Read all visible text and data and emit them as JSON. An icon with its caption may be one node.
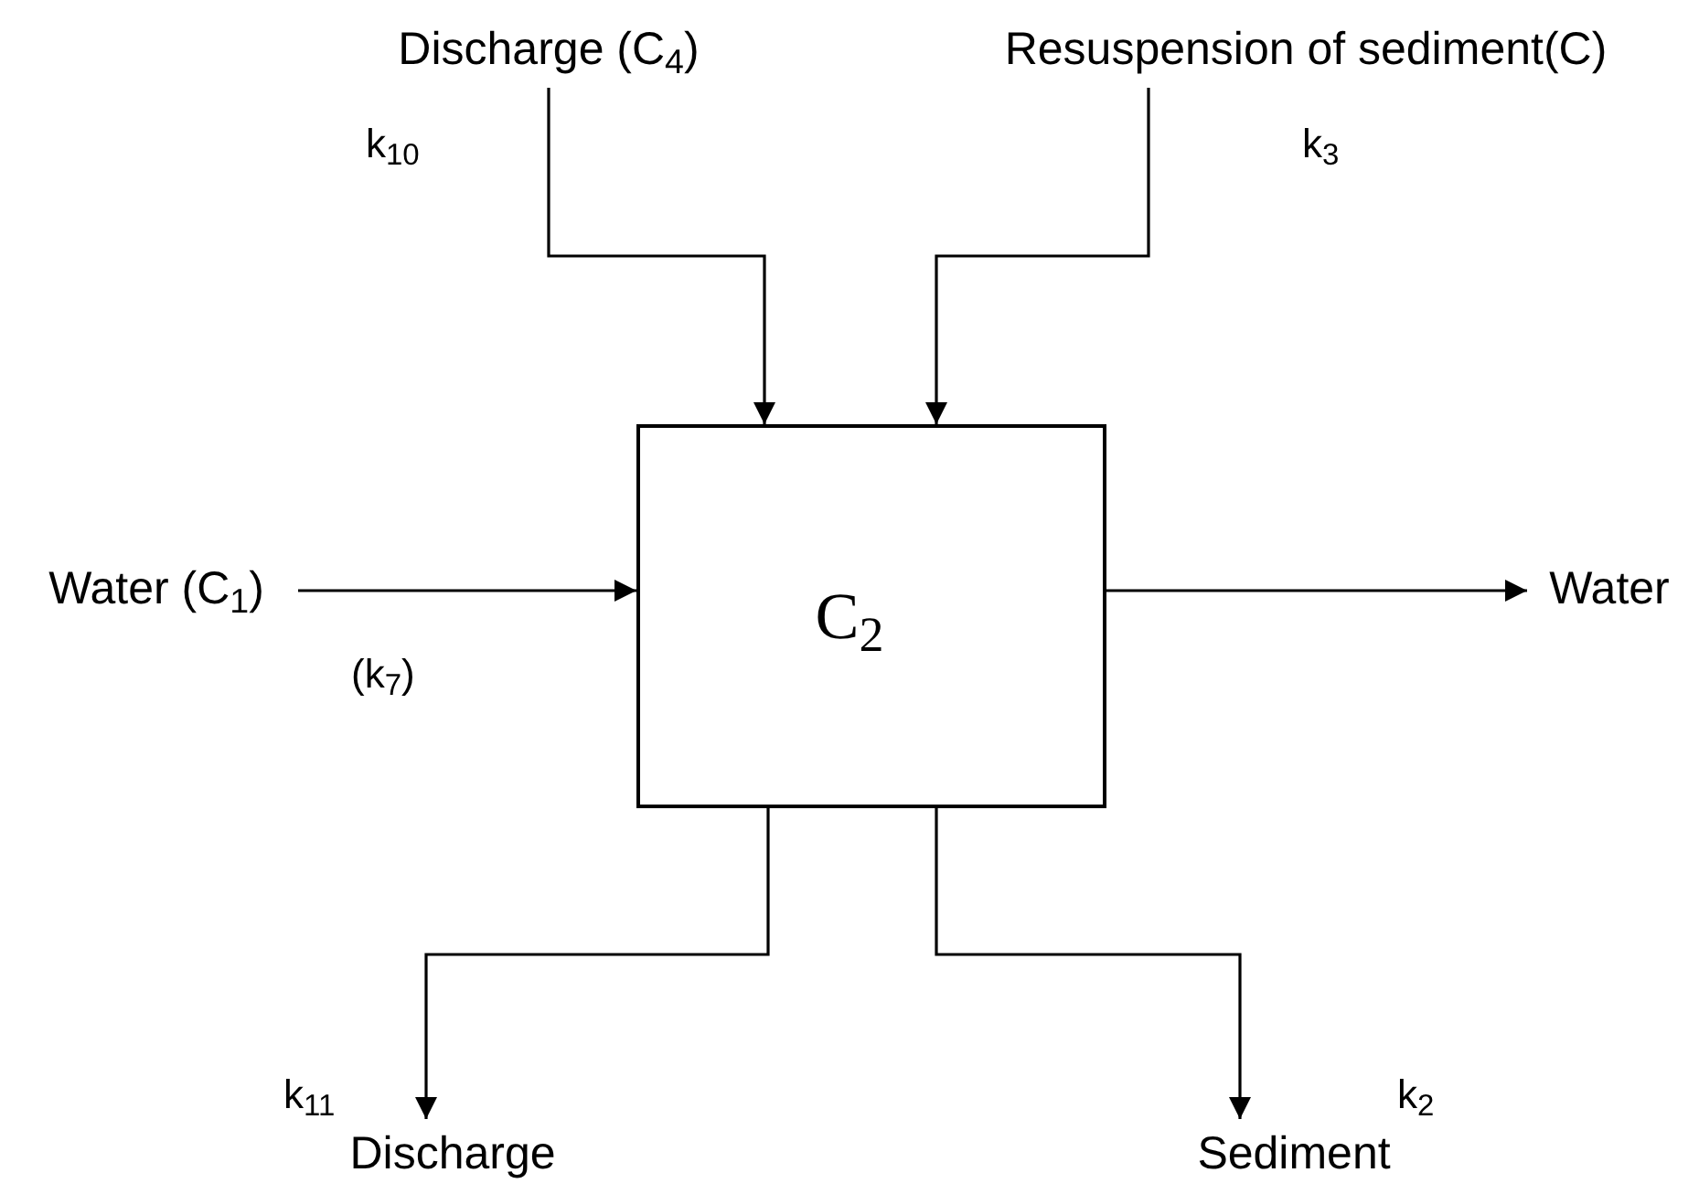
{
  "diagram": {
    "nodes": [
      {
        "text": [
          "Discharge (C$_{4}$)"
        ]
      },
      {
        "text": [
          "Resuspension of sediment(C)"
        ]
      },
      {
        "text": [
          "C$_{2}$"
        ]
      },
      {
        "text": [
          "Water (C$_{1}$)"
        ]
      },
      {
        "text": [
          "Water"
        ]
      },
      {
        "text": [
          "Discharge"
        ]
      },
      {
        "text": [
          "Sediment"
        ]
      }
    ],
    "edges": [
      {
        "from": 0,
        "to": 2,
        "arrow": "to",
        "label": "k$_{10}$"
      },
      {
        "from": 1,
        "to": 2,
        "arrow": "to",
        "label": "k$_{3}$"
      },
      {
        "from": 3,
        "to": 2,
        "arrow": "to",
        "label": "(k$_{7}$)"
      },
      {
        "from": 2,
        "to": 4,
        "arrow": "to"
      },
      {
        "from": 2,
        "to": 5,
        "arrow": "to",
        "label": "k$_{11}$"
      },
      {
        "from": 2,
        "to": 6,
        "arrow": "to",
        "label": "k$_{2}$"
      }
    ]
  }
}
